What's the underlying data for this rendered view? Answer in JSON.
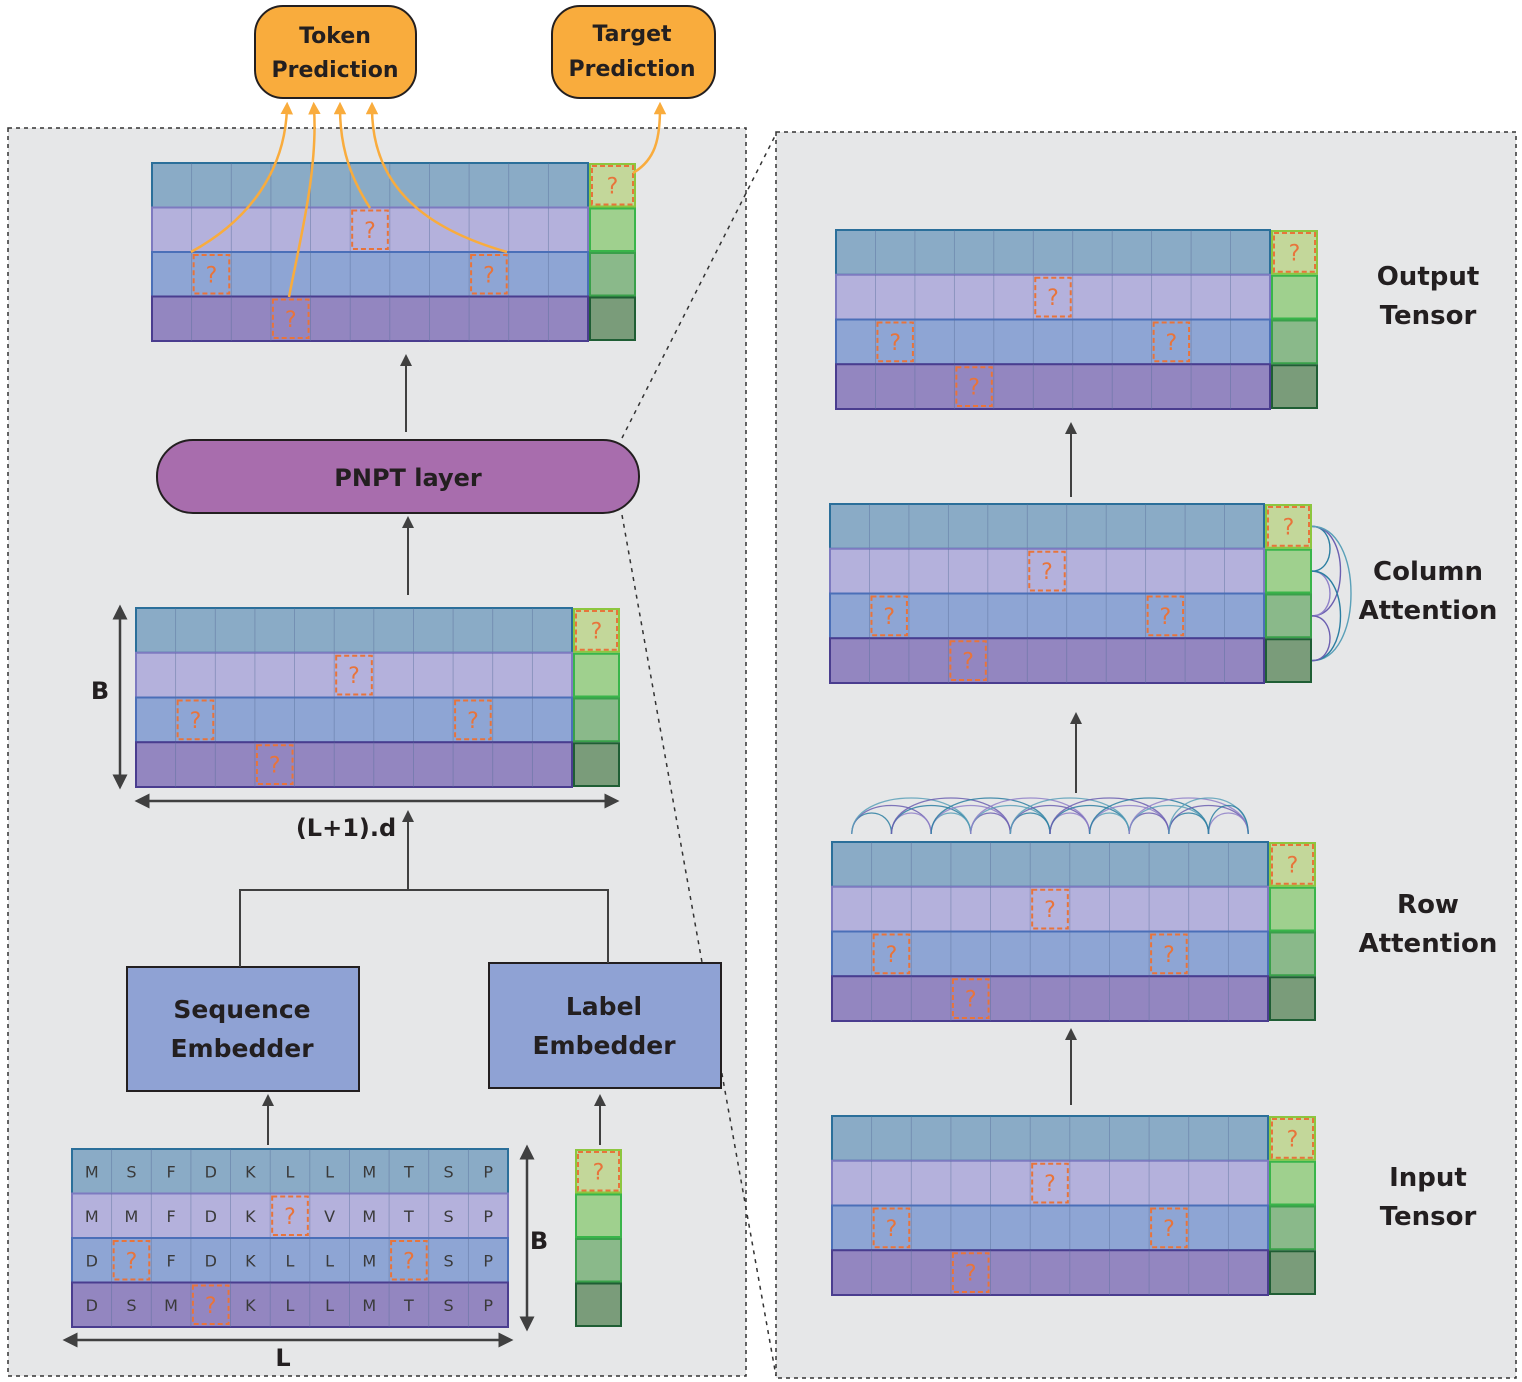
{
  "outputs": {
    "token_prediction_line1": "Token",
    "token_prediction_line2": "Prediction",
    "target_prediction_line1": "Target",
    "target_prediction_line2": "Prediction"
  },
  "left_panel": {
    "pnpt_layer": "PNPT layer",
    "dim_b": "B",
    "dim_width": "(L+1).d",
    "sequence_embedder_line1": "Sequence",
    "sequence_embedder_line2": "Embedder",
    "label_embedder_line1": "Label",
    "label_embedder_line2": "Embedder",
    "input_b": "B",
    "input_l": "L",
    "sequences": [
      [
        "M",
        "S",
        "F",
        "D",
        "K",
        "L",
        "L",
        "M",
        "T",
        "S",
        "P"
      ],
      [
        "M",
        "M",
        "F",
        "D",
        "K",
        "?",
        "V",
        "M",
        "T",
        "S",
        "P"
      ],
      [
        "D",
        "?",
        "F",
        "D",
        "K",
        "L",
        "L",
        "M",
        "?",
        "S",
        "P"
      ],
      [
        "D",
        "S",
        "M",
        "?",
        "K",
        "L",
        "L",
        "M",
        "T",
        "S",
        "P"
      ]
    ]
  },
  "right_panel": {
    "output_tensor_line1": "Output",
    "output_tensor_line2": "Tensor",
    "column_attention_line1": "Column",
    "column_attention_line2": "Attention",
    "row_attention_line1": "Row",
    "row_attention_line2": "Attention",
    "input_tensor_line1": "Input",
    "input_tensor_line2": "Tensor"
  },
  "mask_symbol": "?",
  "colors": {
    "row1": "#8aabc6",
    "row2": "#b4b1dc",
    "row3": "#8ea5d4",
    "row4": "#9386c0",
    "label1": "#c3d79a",
    "label2": "#9fd08e",
    "label3": "#8ab98a",
    "label4": "#7a9c7a",
    "output_box": "#f9ac3d",
    "pnpt": "#a86dad",
    "embedder": "#8fa2d4",
    "mask_border": "#e8743b",
    "panel_bg": "#e6e7e8"
  }
}
